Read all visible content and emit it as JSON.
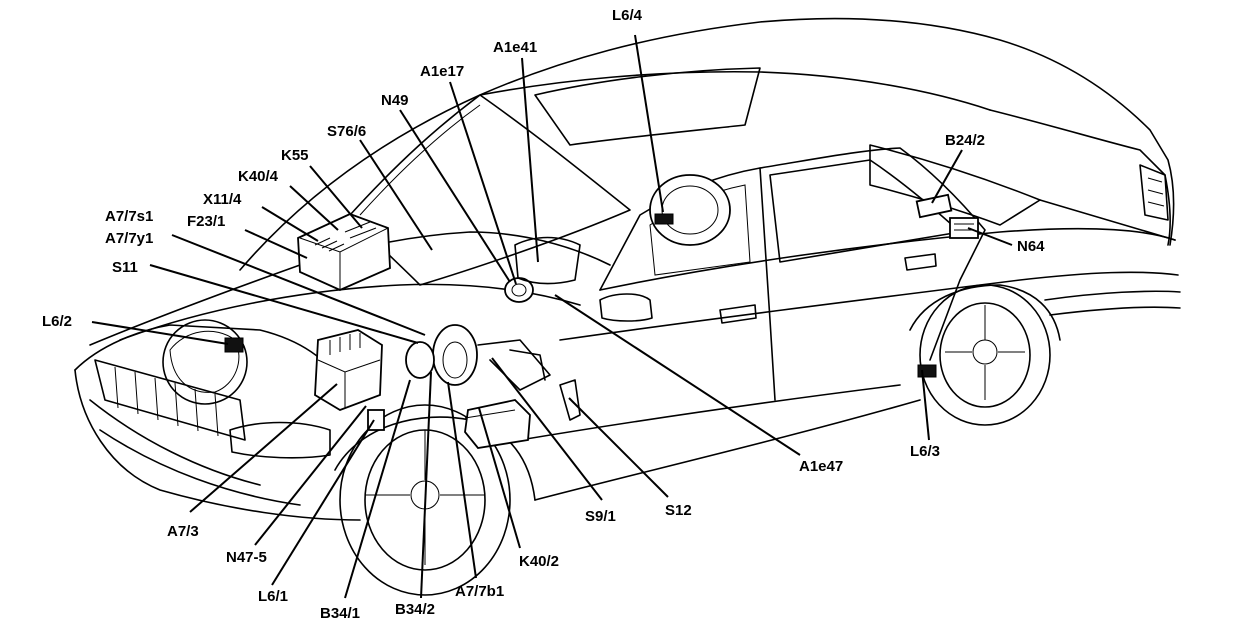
{
  "labels": {
    "l6_4": "L6/4",
    "a1e41": "A1e41",
    "a1e17": "A1e17",
    "n49": "N49",
    "s76_6": "S76/6",
    "k55": "K55",
    "k40_4": "K40/4",
    "x11_4": "X11/4",
    "a7_7s1": "A7/7s1",
    "f23_1": "F23/1",
    "a7_7y1": "A7/7y1",
    "s11": "S11",
    "l6_2": "L6/2",
    "b24_2": "B24/2",
    "n64": "N64",
    "a1e47": "A1e47",
    "l6_3": "L6/3",
    "s9_1": "S9/1",
    "s12": "S12",
    "k40_2": "K40/2",
    "a7_7b1": "A7/7b1",
    "b34_2": "B34/2",
    "b34_1": "B34/1",
    "l6_1": "L6/1",
    "n47_5": "N47-5",
    "a7_3": "A7/3"
  }
}
